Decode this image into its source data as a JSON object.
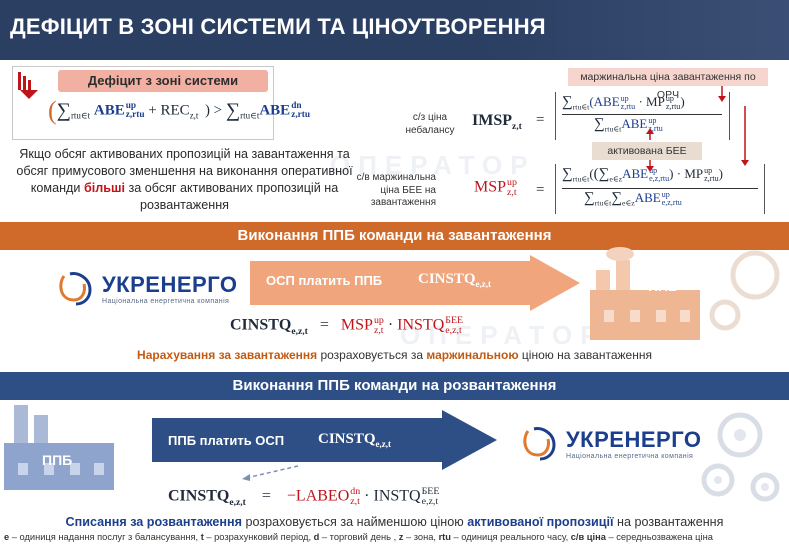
{
  "title": "ДЕФІЦИТ В ЗОНІ СИСТЕМИ ТА ЦІНОУТВОРЕННЯ",
  "deficit": {
    "pill": "Дефіцит з зоні системи",
    "sum_sub": "rtu∈t",
    "abe": "ABE",
    "abe_sup": "up",
    "abe_sub": "z,rtu",
    "plus": "+ REC",
    "rec_sub": "z,t",
    "gt": ") >",
    "abe_dn": "ABE",
    "abe_dn_sup": "dn",
    "abe_dn_sub": "z,rtu",
    "desc_before": "Якщо обсяг активованих пропозицій на завантаження та обсяг примусового зменшення на виконання оперативної команди ",
    "desc_bold": "більші",
    "desc_after": " за обсяг активованих пропозицій на розвантаження"
  },
  "imsp": {
    "caption": "с/з ціна небалансу",
    "symbol": "IMSP",
    "symbol_sub": "z,t",
    "eq": "=",
    "num_left": "(ABE",
    "num_sup": "up",
    "num_sub": "z,rtu",
    "mp": "· MP",
    "mp_sup": "up",
    "mp_sub": "z,rtu",
    "num_close": ")",
    "den": "ABE",
    "den_sup": "up",
    "den_sub": "z,rtu",
    "sum_sub": "rtu∈t"
  },
  "pink_label": "маржинальна ціна завантаження по ОРЧ",
  "activated_label": "активована БЕЕ",
  "msp": {
    "caption": "с/в маржинальна ціна БЕЕ на завантаження",
    "symbol": "MSP",
    "symbol_sup": "up",
    "symbol_sub": "z,t",
    "eq": "=",
    "sum_rtu": "rtu∈t",
    "sum_e": "e∈z",
    "num_abe": "ABE",
    "num_abe_sup": "up",
    "num_abe_sub": "e,z,rtu",
    "num_mp": "· MP",
    "num_mp_sup": "up",
    "num_mp_sub": "z,rtu",
    "den_abe": "ABE",
    "den_abe_sup": "up",
    "den_abe_sub": "e,z,rtu"
  },
  "band_load": "Виконання ППБ команди на завантаження",
  "band_unload": "Виконання ППБ команди на розвантаження",
  "logo": {
    "name": "УКРЕНЕРГО",
    "sub": "Національна енергетична компанія"
  },
  "arrow1": {
    "text": "ОСП платить ППБ",
    "sym": "CINSTQ",
    "sym_sub": "e,z,t"
  },
  "arrow2": {
    "text": "ППБ платить ОСП",
    "sym": "CINSTQ",
    "sym_sub": "e,z,t"
  },
  "ppb": "ППБ",
  "formula_load": {
    "lhs": "CINSTQ",
    "lhs_sub": "e,z,t",
    "eq": "=",
    "msp": "MSP",
    "msp_sup": "up",
    "msp_sub": "z,t",
    "dot": "·",
    "instq": "INSTQ",
    "instq_sup": "БЕЕ",
    "instq_sub": "e,z,t"
  },
  "formula_unload": {
    "lhs": "CINSTQ",
    "lhs_sub": "e,z,t",
    "eq": "=",
    "labeo": "−LABEO",
    "labeo_sup": "dn",
    "labeo_sub": "z,t",
    "dot": "·",
    "instq": "INSTQ",
    "instq_sup": "БЕЕ",
    "instq_sub": "e,z,t"
  },
  "note_load": {
    "p1": "Нарахування за завантаження",
    "p2": " розраховується за ",
    "p3": "маржинальною",
    "p4": " ціною на завантаження"
  },
  "note_unload": {
    "p1": "Списання за розвантаження",
    "p2": " розраховується за найменшою ціною ",
    "p3": "активованої пропозиції",
    "p4": " на розвантаження"
  },
  "legend": {
    "e": "e",
    "e_t": " – одиниця надання послуг з балансування, ",
    "t": "t",
    "t_t": " – розрахунковий період, ",
    "d": "d",
    "d_t": " – торговий день , ",
    "z": "z",
    "z_t": " – зона, ",
    "rtu": "rtu",
    "rtu_t": " – одиниця реального часу, ",
    "cv": "с/в ціна",
    "cv_t": " – середньозважена ціна"
  },
  "colors": {
    "header": "#2b3f63",
    "orange_band": "#d06a2a",
    "blue_band": "#2e4f86",
    "red": "#c0141b",
    "arrow_orange": "#f1a57c",
    "arrow_blue": "#2e4f86"
  },
  "icons": [
    "deficit-down-arrow-icon",
    "ukrenergo-logo-icon",
    "power-plant-icon",
    "gears-icon"
  ]
}
